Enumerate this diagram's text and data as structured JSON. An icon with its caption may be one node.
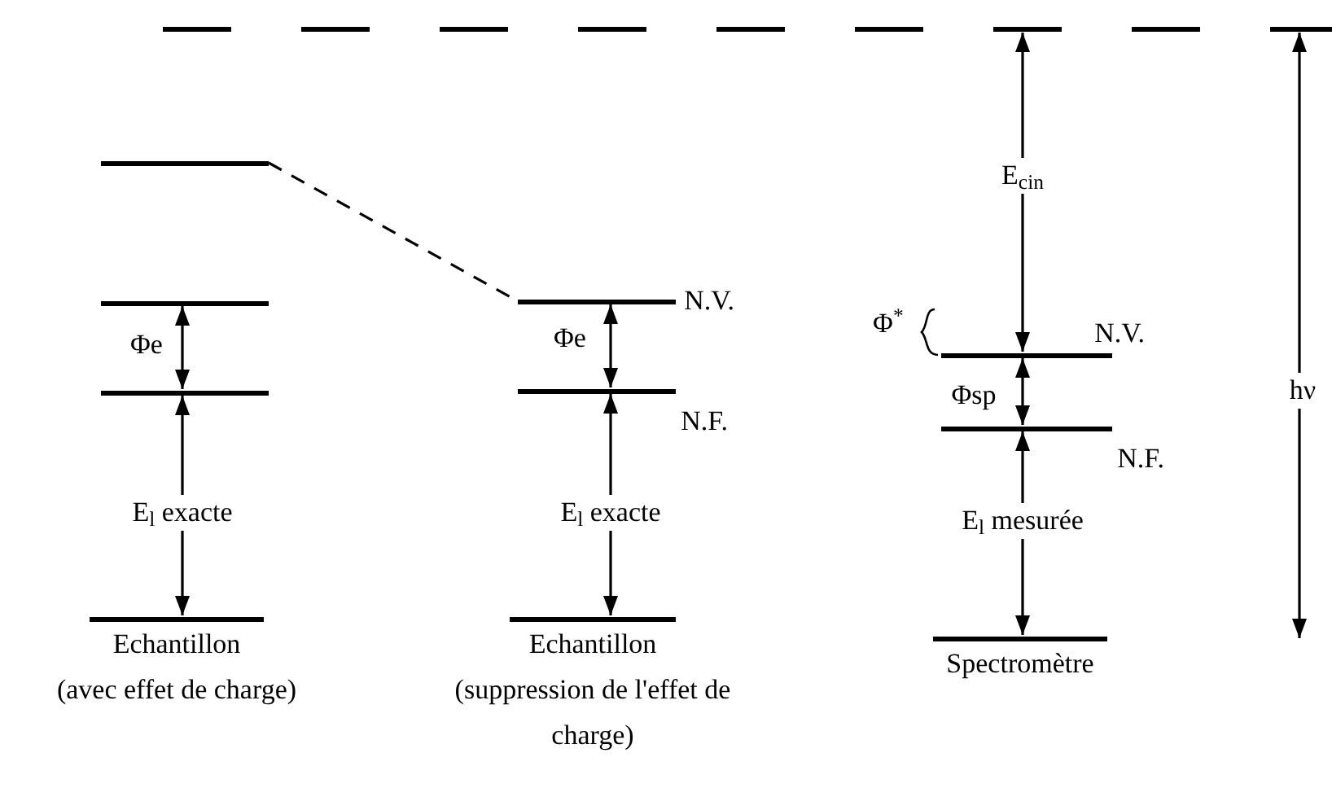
{
  "diagram": {
    "nodes": [
      {
        "text": [],
        "shape": "bar"
      },
      {
        "text": [],
        "shape": "bar"
      },
      {
        "text": [],
        "shape": "bar"
      },
      {
        "text": [],
        "shape": "bar"
      },
      {
        "text": [
          "Echantillon",
          "(avec effet de charge)"
        ]
      },
      {
        "text": [
          "N.V."
        ]
      },
      {
        "text": [
          "N.F."
        ]
      },
      {
        "text": [
          "Echantillon",
          "(suppression de l'effet de charge)"
        ]
      },
      {
        "text": [
          "N.V."
        ]
      },
      {
        "text": [
          "N.F."
        ]
      },
      {
        "text": [
          "Spectromètre"
        ]
      }
    ],
    "edges": [
      {
        "from": 1,
        "to": 5,
        "arrow": "none",
        "style": "dashed"
      },
      {
        "from": 2,
        "to": 3,
        "arrow": "both",
        "label": "Φe"
      },
      {
        "from": 3,
        "to": 4,
        "arrow": "both",
        "label": "E$_{l}$ exacte"
      },
      {
        "from": 5,
        "to": 6,
        "arrow": "both",
        "label": "Φe"
      },
      {
        "from": 6,
        "to": 7,
        "arrow": "both",
        "label": "E$_{l}$ exacte"
      },
      {
        "from": 0,
        "to": 8,
        "arrow": "both",
        "label": "E$_{cin}$"
      },
      {
        "from": 8,
        "to": 9,
        "arrow": "both",
        "label": "Φsp"
      },
      {
        "from": 9,
        "to": 10,
        "arrow": "both",
        "label": "E$_{l}$ mesurée"
      },
      {
        "from": 0,
        "to": null,
        "arrow": "both",
        "label": "hν"
      }
    ],
    "labels": [
      "Φ$^{*}$"
    ]
  }
}
